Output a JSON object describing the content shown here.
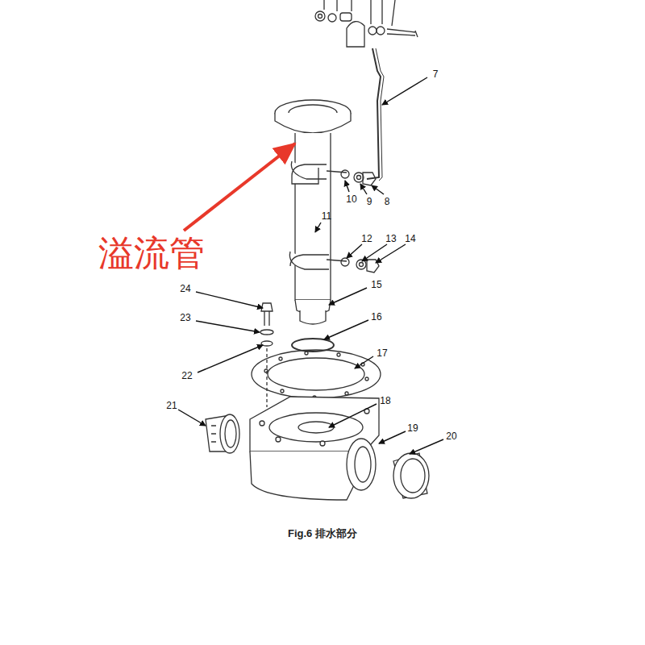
{
  "diagram": {
    "caption": "Fig.6 排水部分",
    "labels": [
      "7",
      "10",
      "9",
      "8",
      "11",
      "12",
      "13",
      "14",
      "15",
      "16",
      "17",
      "18",
      "19",
      "20",
      "21",
      "22",
      "23",
      "24",
      "溢流管"
    ]
  }
}
